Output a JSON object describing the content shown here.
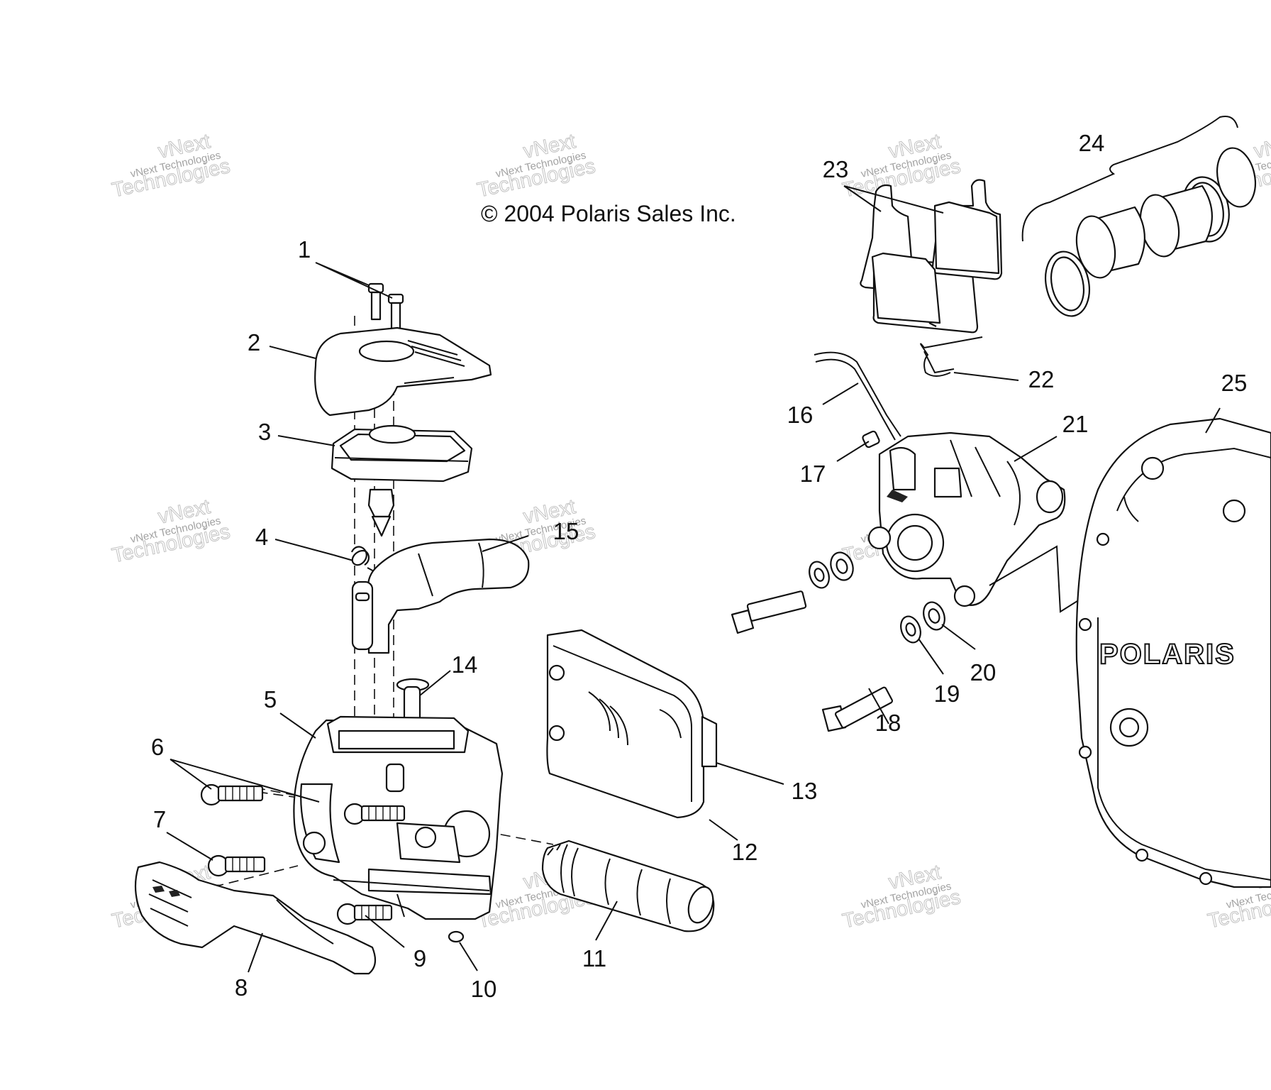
{
  "diagram": {
    "copyright": "© 2004 Polaris Sales Inc.",
    "brand_mark": "POLARIS",
    "watermark": {
      "line1": "vNext Technologies",
      "line2": "Technologies",
      "line3": "vNext"
    },
    "callouts": [
      "1",
      "2",
      "3",
      "4",
      "5",
      "6",
      "7",
      "8",
      "9",
      "10",
      "11",
      "12",
      "13",
      "14",
      "15",
      "16",
      "17",
      "18",
      "19",
      "20",
      "21",
      "22",
      "23",
      "24",
      "25"
    ]
  }
}
